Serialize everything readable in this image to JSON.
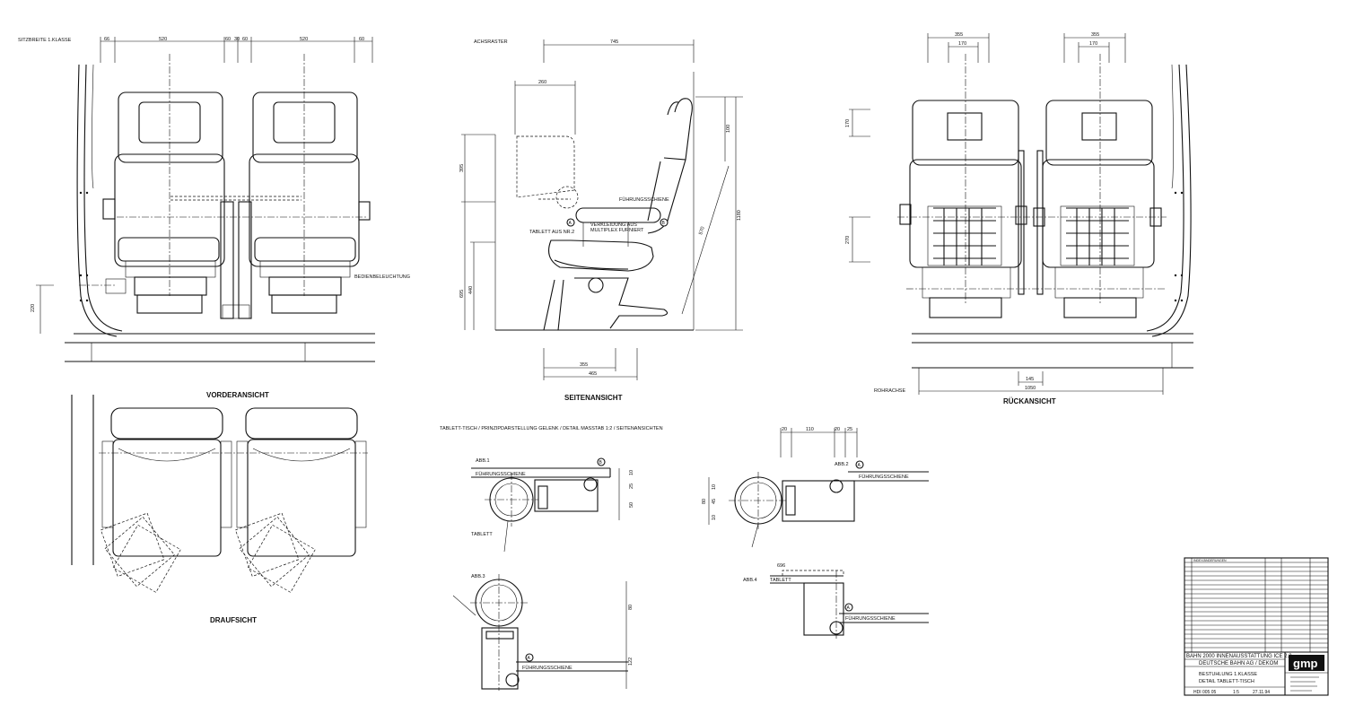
{
  "views": {
    "front": {
      "title": "VORDERANSICHT",
      "seat_width_label": "SITZBREITE 1.KLASSE",
      "reading_light_label": "BEDIENBELEUCHTUNG",
      "dims": [
        "66",
        "520",
        "60",
        "30",
        "60",
        "520",
        "60",
        "220"
      ]
    },
    "side": {
      "title": "SEITENANSICHT",
      "axis_label": "ACHSRASTER",
      "guide_rail_label": "FÜHRUNGSSCHIENE",
      "tablet_label": "TABLETT AUS NR.2",
      "veneer_label_1": "VERKLEIDUNG AUS",
      "veneer_label_2": "MULTIPLEX FURNIERT",
      "dims": [
        "745",
        "260",
        "395",
        "695",
        "440",
        "100",
        "570",
        "1180",
        "355",
        "465"
      ]
    },
    "rear": {
      "title": "RÜCKANSICHT",
      "pipe_axis_label": "ROHRACHSE",
      "dims": [
        "355",
        "170",
        "355",
        "170",
        "170",
        "270",
        "145",
        "1050"
      ]
    },
    "top": {
      "title": "DRAUFSICHT"
    }
  },
  "detail": {
    "heading": "TABLETT-TISCH / PRINZIPDARSTELLUNG GELENK / DETAIL MASSTAB 1:2 / SEITENANSICHTEN",
    "abb1": "ABB.1",
    "abb2": "ABB.2",
    "abb3": "ABB.3",
    "abb4": "ABB.4",
    "guide_rail": "FÜHRUNGSSCHIENE",
    "tablet": "TABLETT",
    "marker_a": "A",
    "marker_b": "B",
    "dims_abb1": [
      "10",
      "25",
      "50"
    ],
    "dims_abb2": [
      "20",
      "110",
      "20",
      "25",
      "10",
      "45",
      "10",
      "80"
    ],
    "dims_abb3": [
      "80",
      "122"
    ],
    "dims_abb4": [
      "696"
    ]
  },
  "title_block": {
    "project": "BAHN 2000   INNENAUSSTATTUNG ICE 2.2",
    "client": "DEUTSCHE BAHN AG / DEKOM",
    "subject_1": "BESTUHLUNG 1.KLASSE",
    "subject_2": "DETAIL TABLETT-TISCH",
    "drawing_no": "HDI 005 05",
    "scale": "1:5",
    "date": "27.11.94",
    "logo": "gmp",
    "revision_header": "INDEX/ÄNDERUNGEN"
  }
}
